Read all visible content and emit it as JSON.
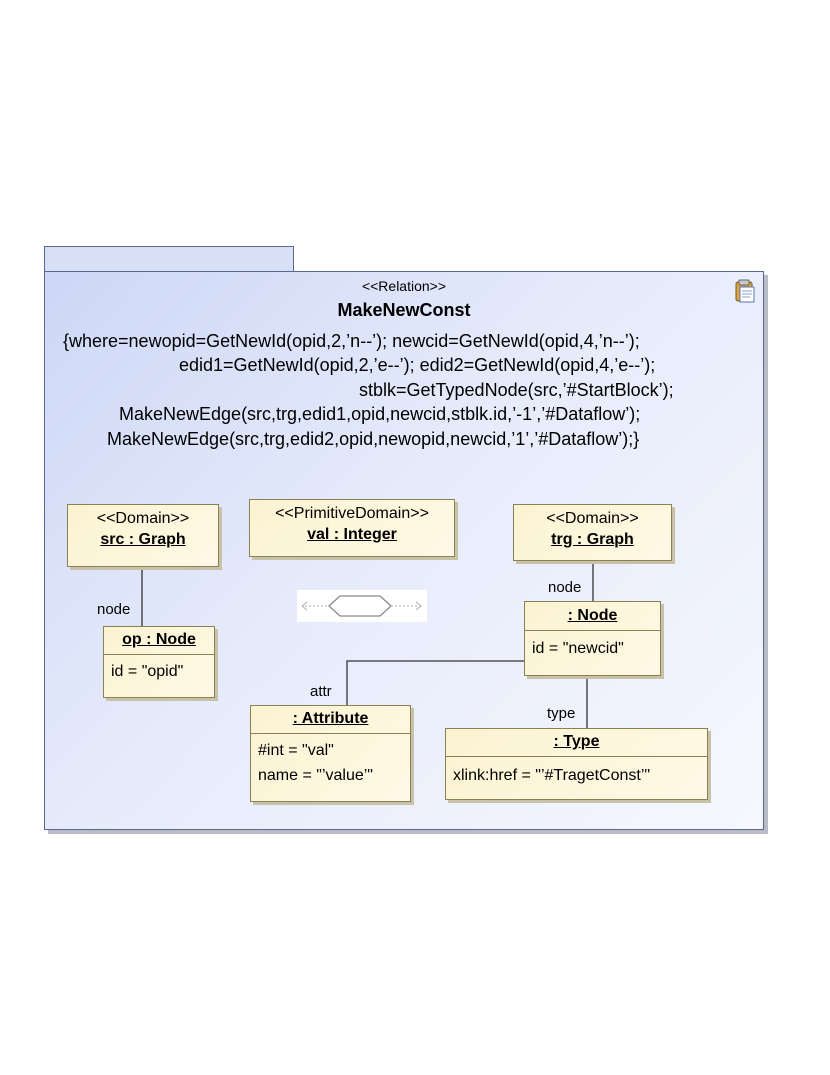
{
  "relation": {
    "stereotype": "<<Relation>>",
    "name": "MakeNewConst",
    "where_lines": [
      "{where=newopid=GetNewId(opid,2,’n--’);  newcid=GetNewId(opid,4,’n--’);",
      "edid1=GetNewId(opid,2,’e--’);  edid2=GetNewId(opid,4,’e--’);",
      "stblk=GetTypedNode(src,’#StartBlock’);",
      "MakeNewEdge(src,trg,edid1,opid,newcid,stblk.id,’-1’,’#Dataflow’);",
      "MakeNewEdge(src,trg,edid2,opid,newopid,newcid,’1’,’#Dataflow’);}"
    ]
  },
  "domains": {
    "src": {
      "stereotype": "<<Domain>>",
      "name": "src : Graph"
    },
    "val": {
      "stereotype": "<<PrimitiveDomain>>",
      "name": "val : Integer"
    },
    "trg": {
      "stereotype": "<<Domain>>",
      "name": "trg : Graph"
    }
  },
  "objects": {
    "op_node": {
      "name": "op : Node",
      "attrs": [
        "id = \"opid\""
      ]
    },
    "new_node": {
      "name": ": Node",
      "attrs": [
        "id = \"newcid\""
      ]
    },
    "attribute": {
      "name": ": Attribute",
      "attrs": [
        "#int = \"val\"",
        "name = \"’value’\""
      ]
    },
    "type": {
      "name": ": Type",
      "attrs": [
        "xlink:href = \"’#TragetConst’\""
      ]
    }
  },
  "links": {
    "src_node": "node",
    "trg_node": "node",
    "attr": "attr",
    "type": "type"
  },
  "icons": {
    "clipboard": "clipboard-icon",
    "relation": "relation-hexagon-icon"
  }
}
